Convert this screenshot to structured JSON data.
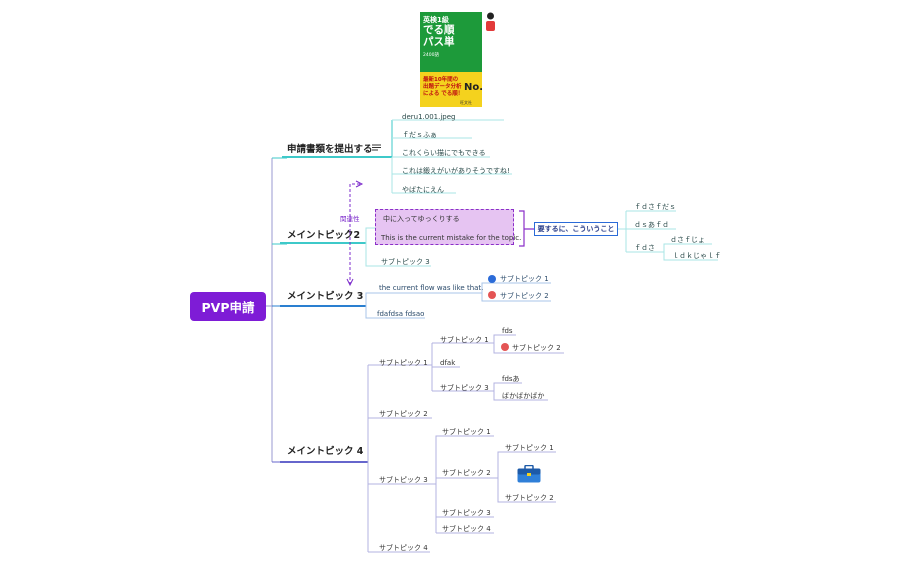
{
  "root": {
    "label": "PVP申請"
  },
  "image_card": {
    "title_small": "英検1級",
    "title_main": "でる順\nパス単",
    "word_count": "2400語",
    "band_text": "最新10年間の\n出題データ分析\nによる でる順！",
    "no1": "No.1",
    "publisher": "旺文社"
  },
  "topic1": {
    "label": "申請書類を提出する",
    "children": [
      "deru1.001.jpeg",
      "ｆだｓふぁ",
      "これくらい描にでもできる",
      "これは鍛えがいがありそうですね!",
      "やばたにえん"
    ]
  },
  "topic2": {
    "label": "メイントピック2",
    "highlight_children": [
      "中に入ってゆっくりする",
      "This is the current mistake for the topic."
    ],
    "sub3": "サブトピック 3",
    "summary": "要するに、こういうこと",
    "summary_children": [
      "ｆｄさｆだｓ",
      "ｄｓあｆｄ",
      "ｆｄさ"
    ],
    "grandchildren": [
      "ｄさｆじょ",
      "ｌｄｋじゃｌｆ"
    ]
  },
  "relationship": {
    "label": "関連性"
  },
  "topic3": {
    "label": "メイントピック 3",
    "children": [
      "the current flow was like that.",
      "fdafdsa fdsao"
    ],
    "subs": [
      "サブトピック 1",
      "サブトピック 2"
    ]
  },
  "topic4": {
    "label": "メイントピック 4",
    "sub1": "サブトピック 1",
    "sub1_children": [
      "サブトピック 1",
      "dfak",
      "サブトピック 3"
    ],
    "sub1_1_children": [
      "fds",
      "サブトピック 2"
    ],
    "sub1_3_children": [
      "fdsあ",
      "ばかばかばか"
    ],
    "sub2": "サブトピック 2",
    "sub3": "サブトピック 3",
    "sub3_children": [
      "サブトピック 1",
      "サブトピック 2",
      "サブトピック 3",
      "サブトピック 4"
    ],
    "sub3_2_children": [
      "サブトピック 1",
      "サブトピック 2"
    ],
    "sub4": "サブトピック 4"
  },
  "colors": {
    "root": "#7e1cd6",
    "branch_teal": "#3ec9c9",
    "branch_blue": "#2a7fd0",
    "branch_indigo": "#6666cc",
    "relationship": "#7d2ccc"
  },
  "icons": {
    "notes": "notes-icon",
    "priority1": "priority-1-icon",
    "priority2": "priority-2-icon",
    "heart": "heart-icon",
    "briefcase": "briefcase-icon"
  }
}
